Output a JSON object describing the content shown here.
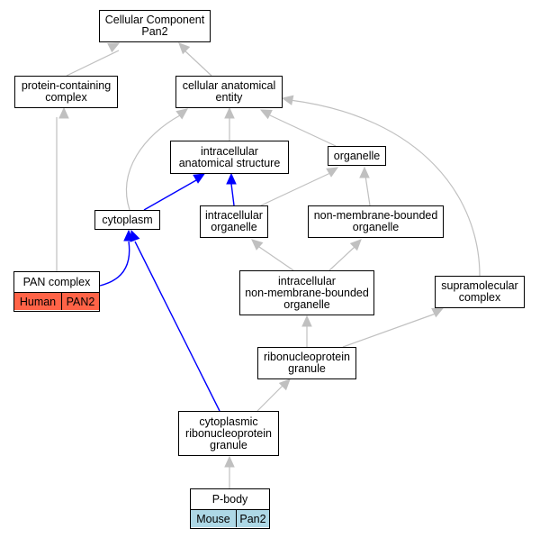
{
  "colors": {
    "gray_edge": "#c0c0c0",
    "blue_edge": "#0000ff",
    "human_cell": "#ff6347",
    "mouse_cell": "#add8e6"
  },
  "nodes": {
    "root": {
      "line1": "Cellular Component",
      "line2": "Pan2"
    },
    "protein_containing": {
      "line1": "protein-containing",
      "line2": "complex"
    },
    "cellular_anatomical": {
      "line1": "cellular anatomical",
      "line2": "entity"
    },
    "intracellular_structure": {
      "line1": "intracellular",
      "line2": "anatomical structure"
    },
    "organelle": {
      "line1": "organelle"
    },
    "cytoplasm": {
      "line1": "cytoplasm"
    },
    "intracellular_organelle": {
      "line1": "intracellular",
      "line2": "organelle"
    },
    "non_membrane_organelle": {
      "line1": "non-membrane-bounded",
      "line2": "organelle"
    },
    "intracellular_nmb_organelle": {
      "line1": "intracellular",
      "line2": "non-membrane-bounded",
      "line3": "organelle"
    },
    "supramolecular": {
      "line1": "supramolecular",
      "line2": "complex"
    },
    "rnp_granule": {
      "line1": "ribonucleoprotein",
      "line2": "granule"
    },
    "cyto_rnp_granule": {
      "line1": "cytoplasmic",
      "line2": "ribonucleoprotein",
      "line3": "granule"
    },
    "pan_complex": {
      "title": "PAN complex",
      "species": "Human",
      "gene": "PAN2"
    },
    "p_body": {
      "title": "P-body",
      "species": "Mouse",
      "gene": "Pan2"
    }
  }
}
